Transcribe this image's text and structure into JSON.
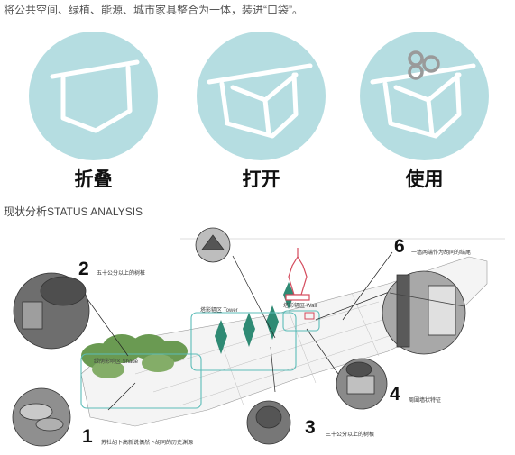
{
  "intro_text": "将公共空间、绿植、能源、城市家具整合为一体，装进“口袋”。",
  "steps": [
    {
      "label": "折叠",
      "icon": "folded-pocket-icon"
    },
    {
      "label": "打开",
      "icon": "open-pocket-icon"
    },
    {
      "label": "使用",
      "icon": "pocket-in-use-icon"
    }
  ],
  "analysis": {
    "title": "现状分析STATUS ANALYSIS",
    "zones": {
      "tower": "塔影辐区 Tower",
      "wall": "塔影辐区 Wall",
      "shade": "绿荫影响区 Shade"
    },
    "points": [
      {
        "number": "1",
        "note": "苏社胡卜高新说偶然卜胡同的历史渊源"
      },
      {
        "number": "2",
        "note": "五十公分以上的树桩"
      },
      {
        "number": "3",
        "note": "三十公分以上的树根"
      },
      {
        "number": "4",
        "note": "周围墙状特征"
      },
      {
        "number": "6",
        "note": "一墙两端作为胡同的结尾"
      }
    ]
  },
  "colors": {
    "circle": "#b5dde1",
    "teal": "#5bbcb8",
    "tower": "#d44a5c"
  }
}
